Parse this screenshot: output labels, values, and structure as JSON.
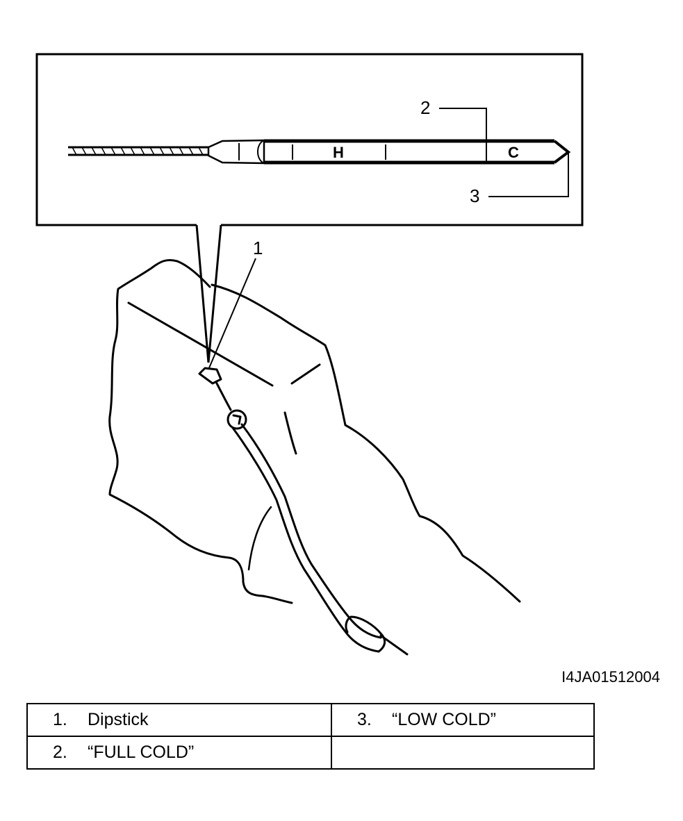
{
  "figure": {
    "callouts": {
      "c1": "1",
      "c2": "2",
      "c3": "3"
    },
    "dipstick_marks": {
      "high": "H",
      "low": "C"
    },
    "figure_id": "I4JA01512004"
  },
  "legend": {
    "rows": [
      [
        {
          "num": "1.",
          "text": "Dipstick"
        },
        {
          "num": "3.",
          "text": "“LOW COLD”"
        }
      ],
      [
        {
          "num": "2.",
          "text": "“FULL COLD”"
        },
        {
          "num": "",
          "text": ""
        }
      ]
    ]
  }
}
